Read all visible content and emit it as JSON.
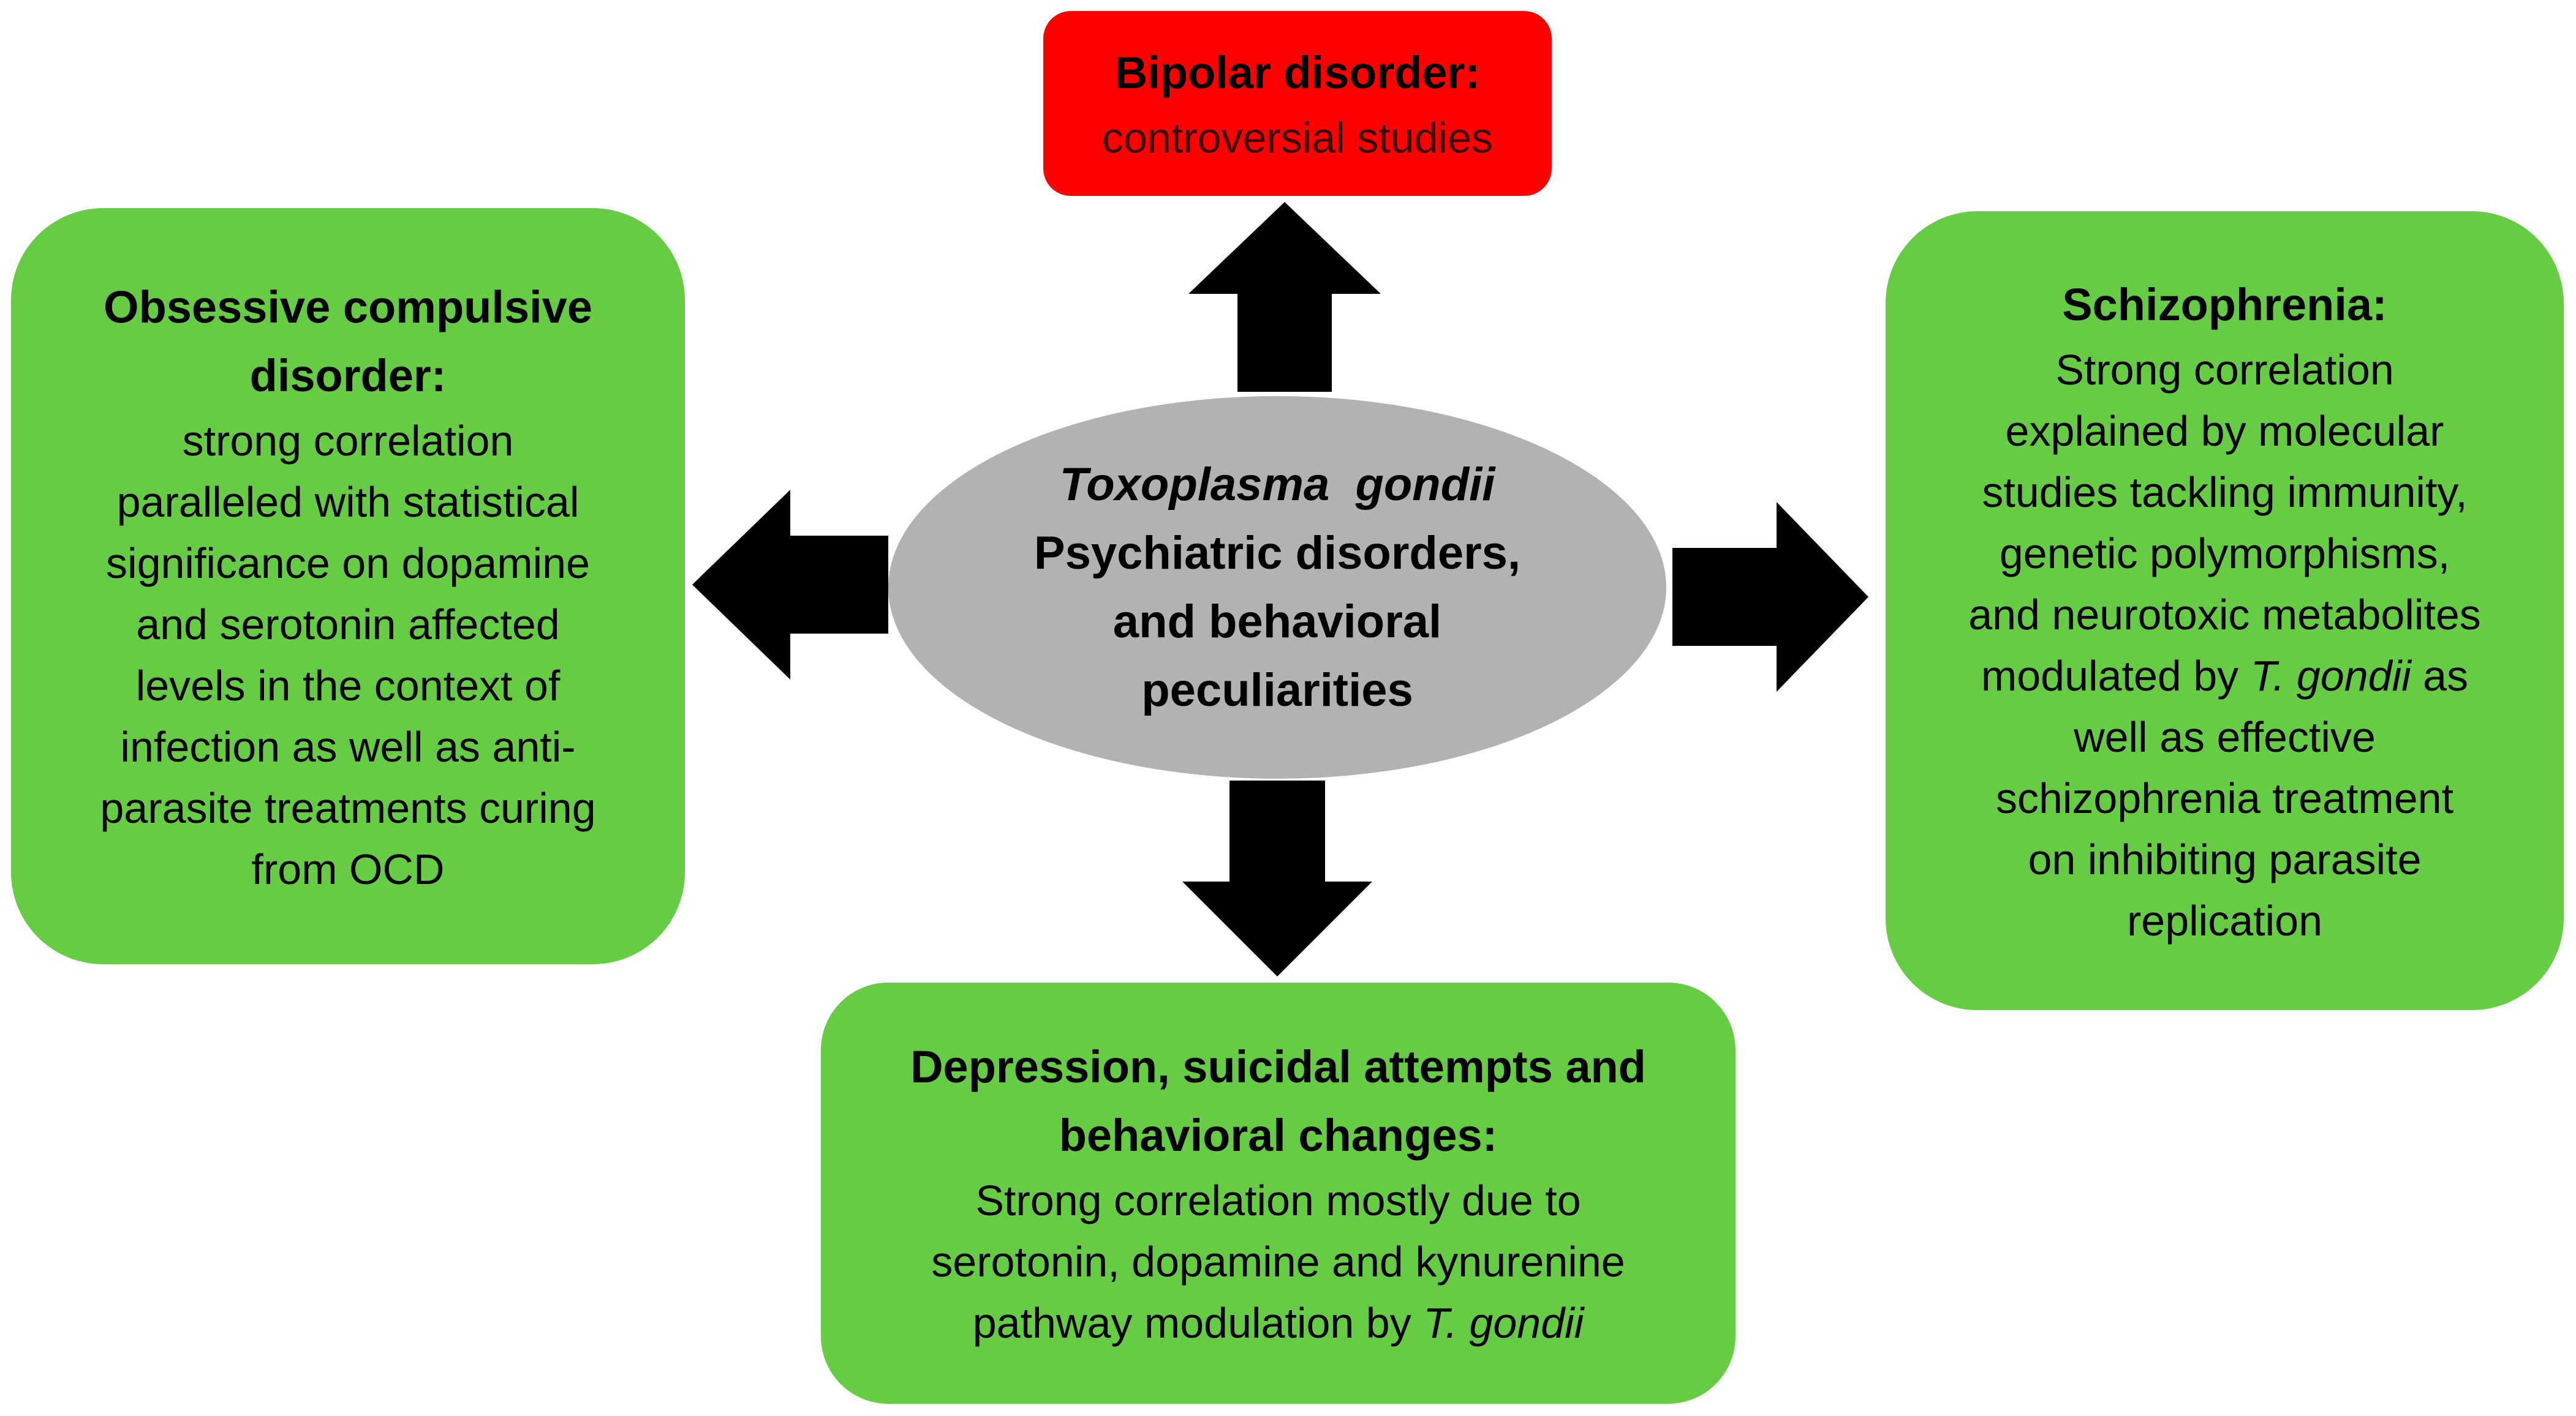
{
  "center": {
    "organism": "Toxoplasma  gondii",
    "lines": [
      "Psychiatric disorders,",
      "and behavioral",
      "peculiarities"
    ]
  },
  "bipolar": {
    "title": "Bipolar disorder:",
    "body": "controversial studies",
    "color": "#ff0000"
  },
  "ocd": {
    "title_lines": [
      "Obsessive compulsive",
      "disorder:"
    ],
    "body_lines": [
      "strong correlation",
      "paralleled with statistical",
      "significance on dopamine",
      "and serotonin affected",
      "levels in the context of",
      "infection as well as anti-",
      "parasite treatments curing",
      "from OCD"
    ],
    "color": "#66cc44"
  },
  "schizophrenia": {
    "title": "Schizophrenia:",
    "body_lines_before": [
      "Strong correlation",
      "explained by molecular",
      "studies tackling immunity,",
      "genetic polymorphisms,",
      "and neurotoxic metabolites"
    ],
    "modulated_prefix": "modulated by ",
    "modulated_species": "T. gondii",
    "modulated_suffix": " as",
    "body_lines_after": [
      "well as effective",
      "schizophrenia treatment",
      "on inhibiting parasite",
      "replication"
    ],
    "color": "#66cc44"
  },
  "depression": {
    "title_lines": [
      "Depression, suicidal attempts and",
      "behavioral changes:"
    ],
    "body_lines": [
      "Strong correlation  mostly due to",
      "serotonin, dopamine and kynurenine"
    ],
    "last_prefix": "pathway modulation by ",
    "last_species": "T. gondii",
    "color": "#66cc44"
  },
  "arrow_color": "#000000",
  "ellipse_color": "#b2b2b2"
}
